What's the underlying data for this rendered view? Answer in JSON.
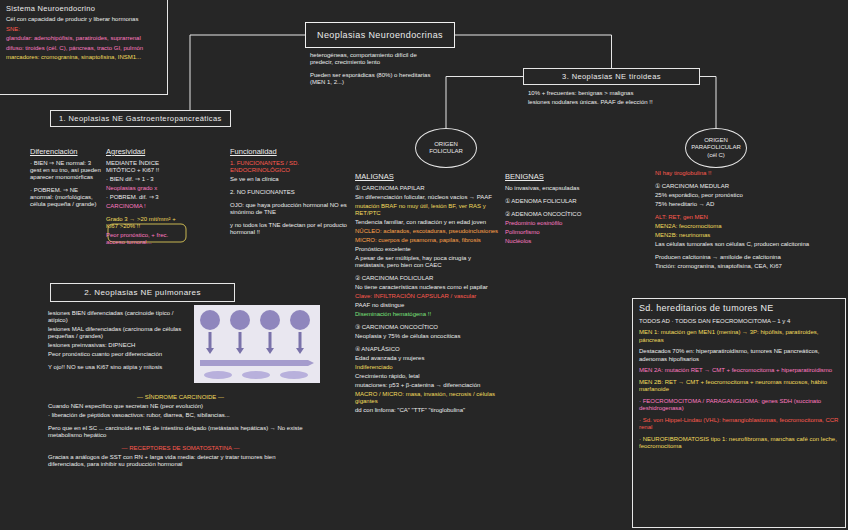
{
  "diagram": {
    "nodes": [
      {
        "text": [
          "Sistema Neuroendocrino",
          "Cél con capacidad de producir y liberar hormonas",
          "SNE:",
          "glandular: adenohipófisis, paratiroides, suprarrenal",
          "difuso: tiroides (cél. C), páncreas, tracto GI, pulmón",
          "marcadores: cromogranina, sinaptofisina, INSM1..."
        ]
      },
      {
        "text": [
          "Neoplasias Neuroendocrinas"
        ]
      },
      {
        "text": [
          "1. Neoplasias NE Gastroenteropancreáticas"
        ]
      },
      {
        "text": [
          "3. Neoplasias NE tiroideas"
        ]
      },
      {
        "text": [
          "2. Neoplasias NE pulmonares"
        ]
      },
      {
        "text": [
          "ORIGEN FOLICULAR"
        ]
      },
      {
        "text": [
          "ORIGEN PARAFOLICULAR (cél C)"
        ]
      },
      {
        "text": [
          "Sd. hereditarios de tumores NE",
          "TODOS AD · TODOS DAN FEOCROMOCITOMA – 1 y 4",
          "MEN 1: mutación gen MEN1 (menina) → 3P: hipófisis, paratiroides, páncreas",
          "Destacados 70% en: hiperparatiroidismo, tumores NE pancreáticos, adenomas hipofisarios",
          "MEN 2A: mutación RET → CMT + feocromocitoma + hiperparatiroidismo",
          "MEN 2B: RET → CMT + feocromocitoma + neuromas mucosos, hábito marfanoide",
          "· FEOCROMOCITOMA / PARAGANGLIOMA: genes SDH (succinato deshidrogenasa)",
          "· Sd. von Hippel-Lindau (VHL): hemangioblastomas, feocromocitoma, CCR renal",
          "· NEUROFIBROMATOSIS tipo 1: neurofibromas, manchas café con leche, feocromocitoma"
        ]
      }
    ],
    "edges": [
      {
        "from": 1,
        "to": 2,
        "arrow": "none"
      },
      {
        "from": 1,
        "to": 3,
        "arrow": "none"
      },
      {
        "from": 3,
        "to": 5,
        "arrow": "none"
      },
      {
        "from": 3,
        "to": 6,
        "arrow": "none"
      }
    ],
    "labels": [
      "Diferenciación",
      "· BIEN ⇒ NE normal: 3 gest en su tno, así pueden aparecer monomórficas",
      "· POBREM. ⇒ NE anormal: (morfológicas, célula pequeña / grande)",
      "Agresividad",
      "MEDIANTE ÍNDICE MITÓTICO + Ki67 !!",
      "· BIEN dif. ⇒ 1 - 3",
      "Neoplasias grado x",
      "· POBREM. dif. ⇒ 3",
      "CARCINOMA !",
      "Grado 3 → >20 mit/mm² + Ki67 >20% !!",
      "Peor pronóstico, + frec. acceso tumoral...",
      "Funcionalidad",
      "1. FUNCIONANTES / SD. ENDOCRINOLÓGICO",
      "Se ve en la clínica",
      "2. NO FUNCIONANTES",
      "OJO: que haya producción hormonal NO es sinónimo de TNE",
      "y no todos los TNE detectan por el producto hormonal !!",
      "lesiones BIEN diferenciadas (carcinoide típico / atípico)",
      "lesiones MAL diferenciadas (carcinoma de células pequeñas / grandes)",
      "lesiones preinvasivas: DIPNECH",
      "Peor pronóstico cuanto peor diferenciación",
      "Y ojo!! NO se usa Ki67 sino atipia y mitosis",
      "— SÍNDROME CARCINOIDE —",
      "Cuando NEN específico que secretan NE (peor evolución)",
      "· liberación de péptidos vasoactivos: rubor, diarrea, BC, sibilancias...",
      "Pero que en el SC ... carcinoide en NE de intestino delgado (metástasis hepáticas) → No existe metabolismo hepático",
      "— RECEPTORES DE SOMATOSTATINA —",
      "Gracias a análogos de SST con RN + larga vida media: detectar y tratar tumores bien diferenciados, para inhibir su producción hormonal",
      "heterogéneas, comportamiento difícil de predecir, crecimiento lento",
      "Pueden ser esporádicas (80%) o hereditarias (MEN 1, 2...)",
      "10% + frecuentes: benignas > malignas",
      "lesiones nodulares únicas. PAAF de elección !!",
      "MALIGNAS",
      "① CARCINOMA PAPILAR",
      "Sin diferenciación folicular, núcleos vacíos → PAAF",
      "mutación BRAF no muy útil, lesión BF, ver RAS y RET/PTC",
      "Tendencia familiar, con radiación y en edad joven",
      "NÚCLEO: aclarados, escotaduras, pseudoinclusiones",
      "MICRO: cuerpos de psamoma, papilas, fibrosis",
      "Pronóstico excelente",
      "A pesar de ser múltiples, hay poca cirugía y metástasis, pero bien con CAEC",
      "② CARCINOMA FOLICULAR",
      "No tiene características nucleares como el papilar",
      "Clave: INFILTRACIÓN CAPSULAR / vascular",
      "PAAF no distingue",
      "Diseminación hematógena !!",
      "③ CARCINOMA ONCOCÍTICO",
      "Neoplasia y 75% de células oncocíticas",
      "④ ANAPLÁSICO",
      "Edad avanzada y mujeres",
      "Indiferenciado",
      "Crecimiento rápido, letal",
      "mutaciones: p53 + β-catenina → diferenciación",
      "MACRO / MICRO: masa, invasión, necrosis / células gigantes",
      "dd con linfoma: \"CA\" \"TTF\" \"tiroglobulina\"",
      "BENIGNAS",
      "No invasivas, encapsuladas",
      "① ADENOMA FOLICULAR",
      "② ADENOMA ONCOCÍTICO",
      "Predominio eosinófilo",
      "Polimorfismo",
      "Nucléolos",
      "NI hay tiroglobulina !!",
      "① CARCINOMA MEDULAR",
      "25% esporádico, peor pronóstico",
      "75% hereditario → AD",
      "ALT: RET, gen MEN",
      "MEN2A: feocromocitoma",
      "MEN2B: neurinomas",
      "Las células tumorales son células C, producen calcitonina",
      "Producen calcitonina → amiloide de calcitonina",
      "Tinción: cromogranina, sinaptofisina, CEA, Ki67"
    ]
  }
}
